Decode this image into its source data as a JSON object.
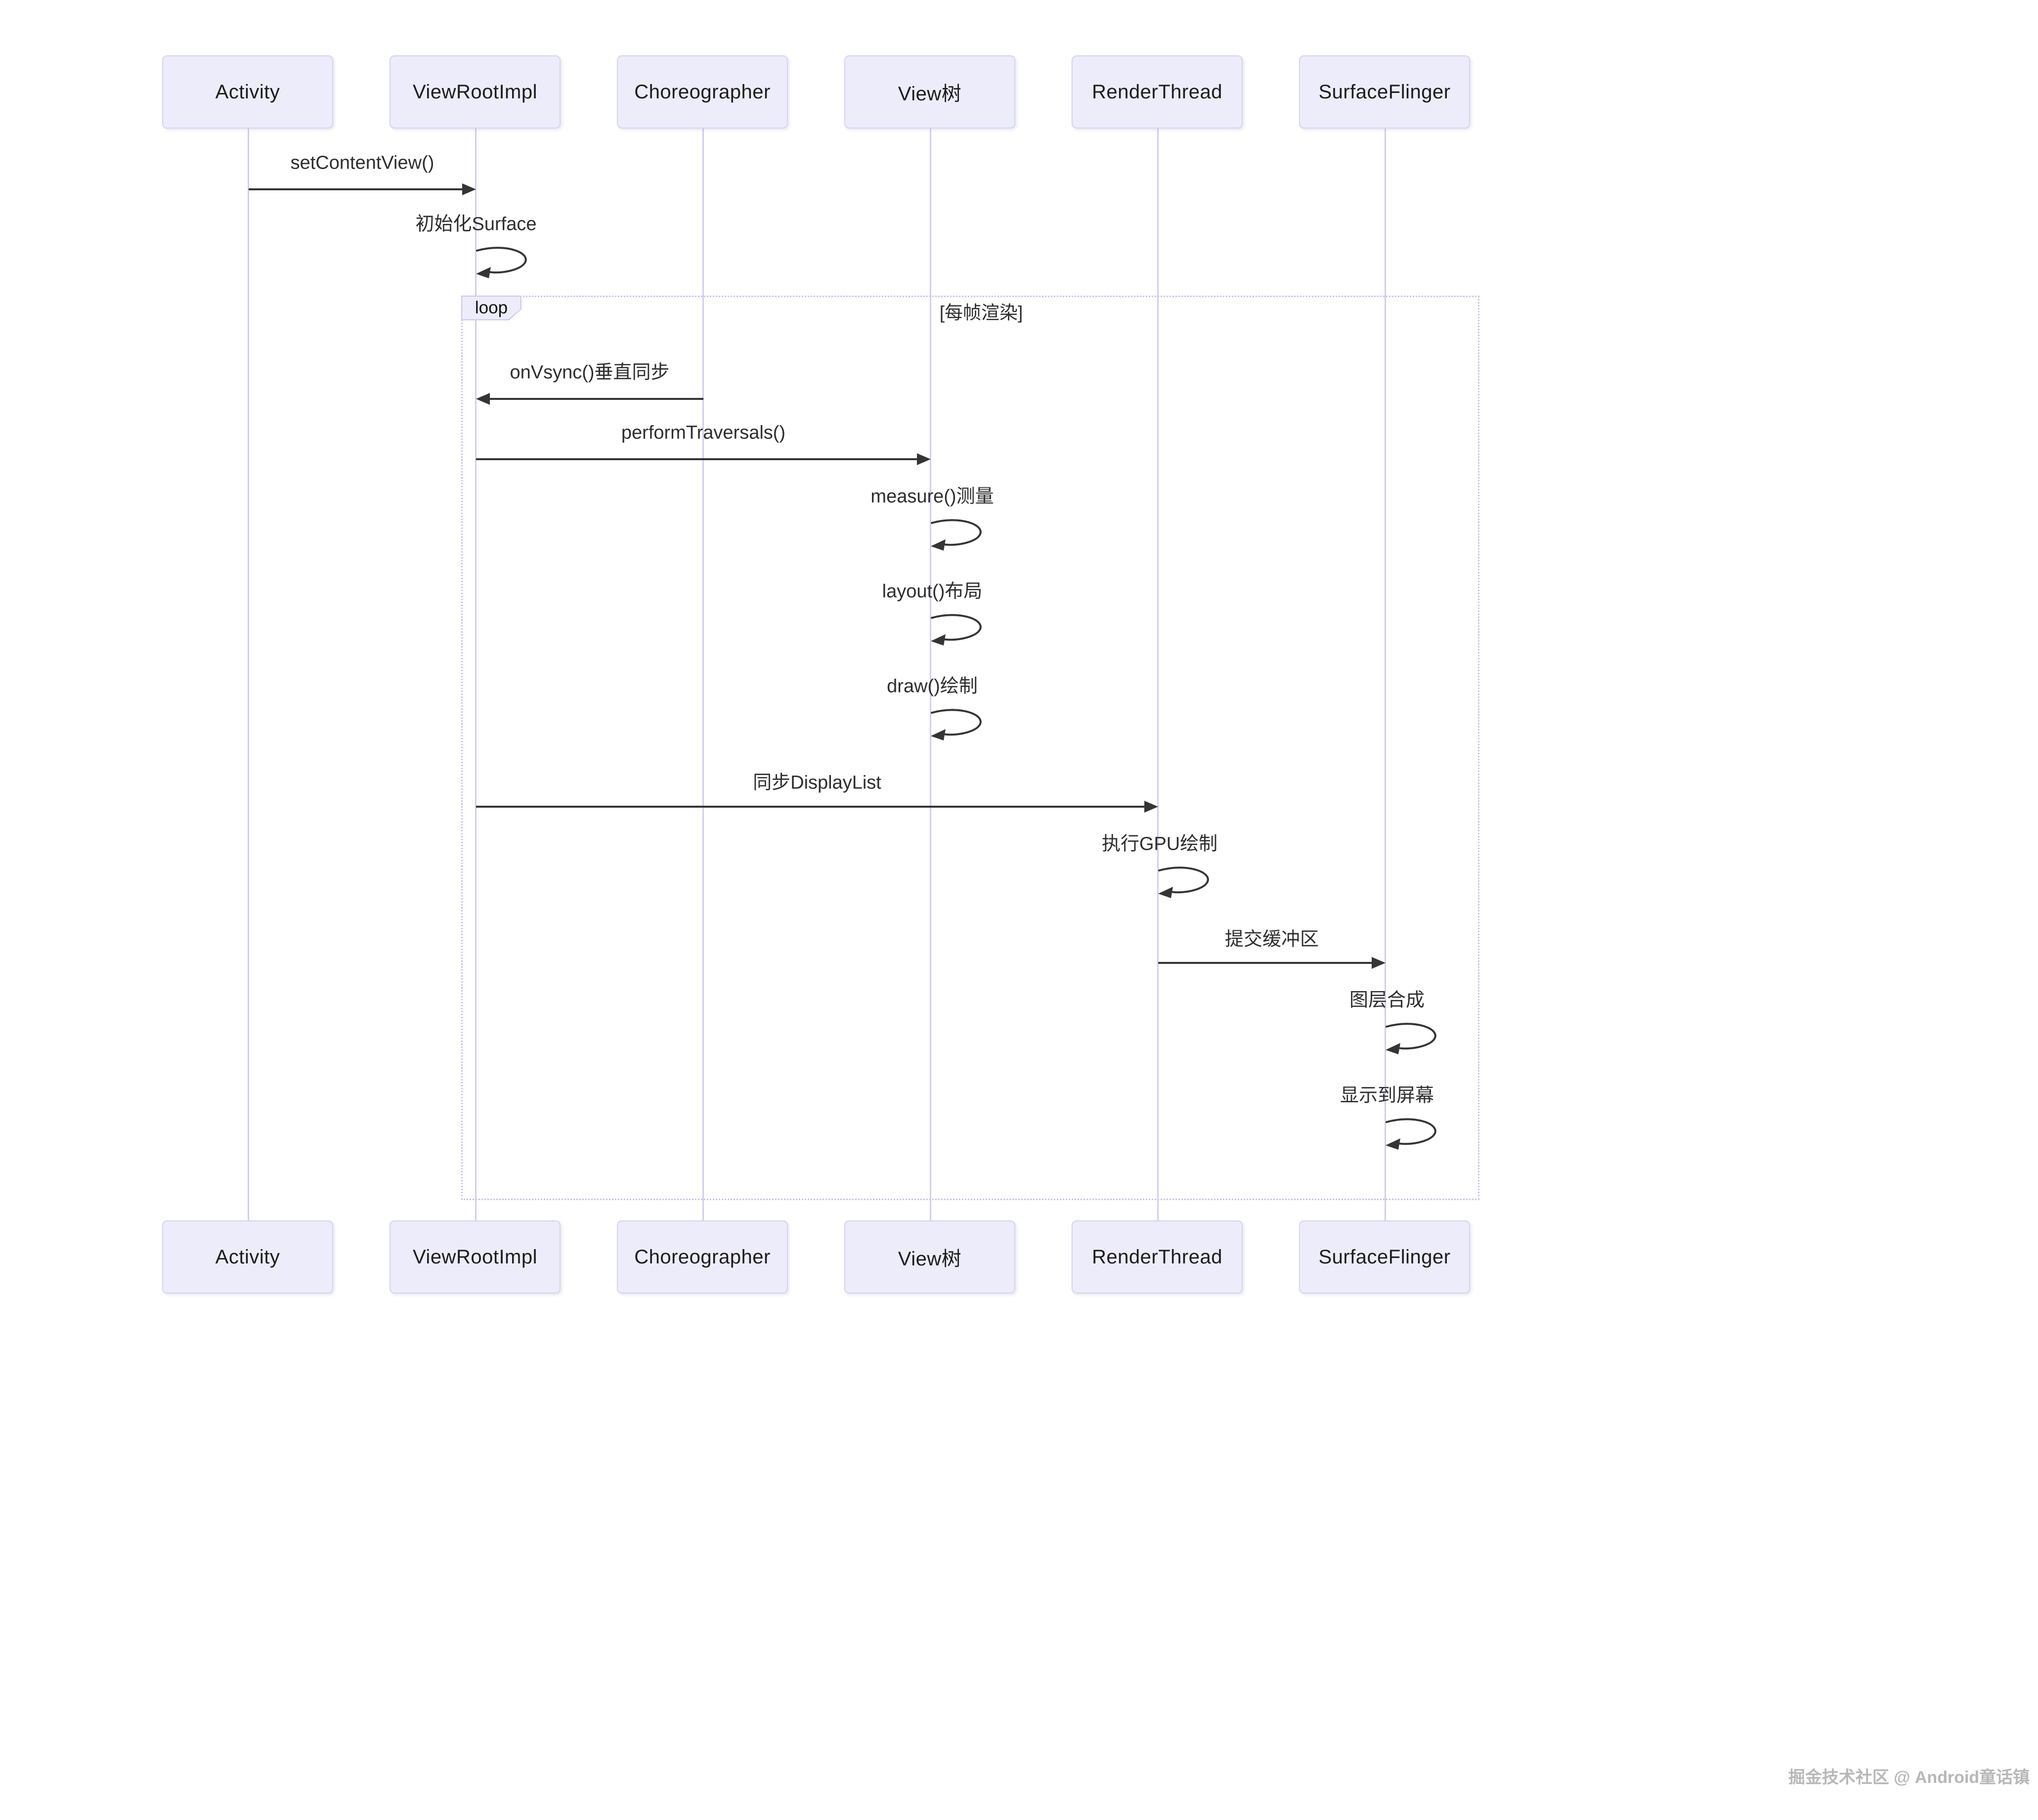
{
  "colors": {
    "background": "#ffffff",
    "actor_fill": "#ececfb",
    "actor_border": "#d4d4ef",
    "lifeline": "#cfcff2",
    "frame_border": "#c4c4ea",
    "arrow": "#353535",
    "text": "#2e2e2e",
    "watermark_text": "#b9b6b6"
  },
  "sequence": {
    "actors": [
      {
        "id": "activity",
        "label": "Activity"
      },
      {
        "id": "viewrootimpl",
        "label": "ViewRootImpl"
      },
      {
        "id": "choreographer",
        "label": "Choreographer"
      },
      {
        "id": "viewtree",
        "label": "View树"
      },
      {
        "id": "renderthread",
        "label": "RenderThread"
      },
      {
        "id": "surfaceflinger",
        "label": "SurfaceFlinger"
      }
    ],
    "messages": [
      {
        "label": "setContentView()",
        "from": "Activity",
        "to": "ViewRootImpl",
        "kind": "arrow"
      },
      {
        "label": "初始化Surface",
        "from": "ViewRootImpl",
        "to": "ViewRootImpl",
        "kind": "self"
      },
      {
        "label": "onVsync()垂直同步",
        "from": "Choreographer",
        "to": "ViewRootImpl",
        "kind": "arrow"
      },
      {
        "label": "performTraversals()",
        "from": "ViewRootImpl",
        "to": "View树",
        "kind": "arrow"
      },
      {
        "label": "measure()测量",
        "from": "View树",
        "to": "View树",
        "kind": "self"
      },
      {
        "label": "layout()布局",
        "from": "View树",
        "to": "View树",
        "kind": "self"
      },
      {
        "label": "draw()绘制",
        "from": "View树",
        "to": "View树",
        "kind": "self"
      },
      {
        "label": "同步DisplayList",
        "from": "ViewRootImpl",
        "to": "RenderThread",
        "kind": "arrow"
      },
      {
        "label": "执行GPU绘制",
        "from": "RenderThread",
        "to": "RenderThread",
        "kind": "self"
      },
      {
        "label": "提交缓冲区",
        "from": "RenderThread",
        "to": "SurfaceFlinger",
        "kind": "arrow"
      },
      {
        "label": "图层合成",
        "from": "SurfaceFlinger",
        "to": "SurfaceFlinger",
        "kind": "self"
      },
      {
        "label": "显示到屏幕",
        "from": "SurfaceFlinger",
        "to": "SurfaceFlinger",
        "kind": "self"
      }
    ],
    "loop": {
      "label": "loop",
      "condition": "[每帧渲染]"
    },
    "watermark": "掘金技术社区 @ Android童话镇"
  }
}
